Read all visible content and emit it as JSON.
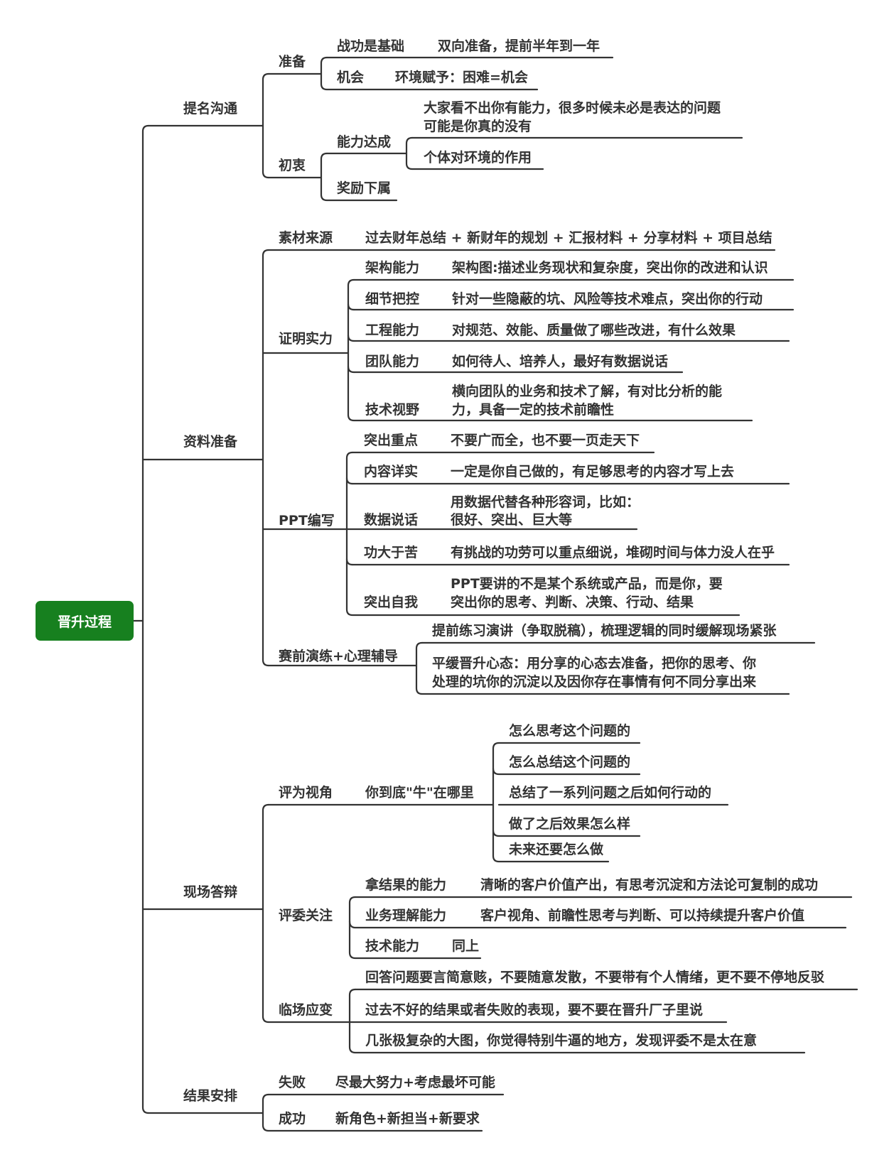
{
  "root": {
    "label": "晋升过程",
    "color": "#17801f"
  },
  "line_color": "#333333",
  "branches": [
    {
      "label": "提名沟通",
      "children": [
        {
          "label": "准备",
          "children": [
            {
              "label": "战功是基础",
              "detail": "双向准备，提前半年到一年"
            },
            {
              "label": "机会",
              "detail": "环境赋予：困难=机会"
            }
          ]
        },
        {
          "label": "初衷",
          "children": [
            {
              "label": "能力达成",
              "children": [
                {
                  "text_line1": "大家看不出你有能力，很多时候未必是表达的问题",
                  "text_line2": "可能是你真的没有"
                },
                {
                  "text": "个体对环境的作用"
                }
              ]
            },
            {
              "label": "奖励下属"
            }
          ]
        }
      ]
    },
    {
      "label": "资料准备",
      "children": [
        {
          "label": "素材来源",
          "detail": "过去财年总结 + 新财年的规划 + 汇报材料 + 分享材料 + 项目总结"
        },
        {
          "label": "证明实力",
          "children": [
            {
              "label": "架构能力",
              "detail": "架构图:描述业务现状和复杂度，突出你的改进和认识"
            },
            {
              "label": "细节把控",
              "detail": "针对一些隐蔽的坑、风险等技术难点，突出你的行动"
            },
            {
              "label": "工程能力",
              "detail": "对规范、效能、质量做了哪些改进，有什么效果"
            },
            {
              "label": "团队能力",
              "detail": "如何待人、培养人，最好有数据说话"
            },
            {
              "label": "技术视野",
              "detail_line1": "横向团队的业务和技术了解，有对比分析的能",
              "detail_line2": "力，具备一定的技术前瞻性"
            }
          ]
        },
        {
          "label": "PPT编写",
          "children": [
            {
              "label": "突出重点",
              "detail": "不要广而全，也不要一页走天下"
            },
            {
              "label": "内容详实",
              "detail": "一定是你自己做的，有足够思考的内容才写上去"
            },
            {
              "label": "数据说话",
              "detail_line1": "用数据代替各种形容词，比如：",
              "detail_line2": "很好、突出、巨大等"
            },
            {
              "label": "功大于苦",
              "detail": "有挑战的功劳可以重点细说，堆砌时间与体力没人在乎"
            },
            {
              "label": "突出自我",
              "detail_line1": "PPT要讲的不是某个系统或产品，而是你，要",
              "detail_line2": "突出你的思考、判断、决策、行动、结果"
            }
          ]
        },
        {
          "label": "赛前演练+心理辅导",
          "children": [
            {
              "text": "提前练习演讲（争取脱稿），梳理逻辑的同时缓解现场紧张"
            },
            {
              "text_line1": "平缓晋升心态：用分享的心态去准备，把你的思考、你",
              "text_line2": "处理的坑你的沉淀以及因你存在事情有何不同分享出来"
            }
          ]
        }
      ]
    },
    {
      "label": "现场答辩",
      "children": [
        {
          "label": "评为视角",
          "detail": "你到底\"牛\"在哪里",
          "children": [
            {
              "text": "怎么思考这个问题的"
            },
            {
              "text": "怎么总结这个问题的"
            },
            {
              "text": "总结了一系列问题之后如何行动的"
            },
            {
              "text": "做了之后效果怎么样"
            },
            {
              "text": "未来还要怎么做"
            }
          ]
        },
        {
          "label": "评委关注",
          "children": [
            {
              "label": "拿结果的能力",
              "detail": "清晰的客户价值产出，有思考沉淀和方法论可复制的成功"
            },
            {
              "label": "业务理解能力",
              "detail": "客户视角、前瞻性思考与判断、可以持续提升客户价值"
            },
            {
              "label": "技术能力",
              "detail": "同上"
            }
          ]
        },
        {
          "label": "临场应变",
          "children": [
            {
              "text": "回答问题要言简意赅，不要随意发散，不要带有个人情绪，更不要不停地反驳"
            },
            {
              "text": "过去不好的结果或者失败的表现，要不要在晋升厂子里说"
            },
            {
              "text": "几张极复杂的大图，你觉得特别牛逼的地方，发现评委不是太在意"
            }
          ]
        }
      ]
    },
    {
      "label": "结果安排",
      "children": [
        {
          "label": "失败",
          "detail": "尽最大努力+考虑最坏可能"
        },
        {
          "label": "成功",
          "detail": "新角色+新担当+新要求"
        }
      ]
    }
  ]
}
